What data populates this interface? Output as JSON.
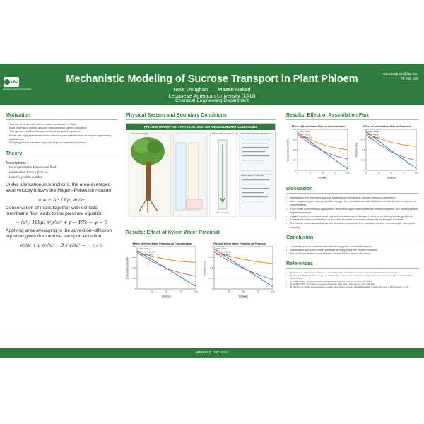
{
  "header": {
    "logo_text": "LAU",
    "logo_sub": "Lebanese American University",
    "title": "Mechanistic Modeling of Sucrose Transport in Plant Phloem",
    "author1": "Nour Doughan",
    "author2": "Mazen Nakad",
    "affiliation1": "Lebanese American University (LAU)",
    "affiliation2": "Chemical Engineering Department",
    "email": "nour.doughan@lau.edu",
    "phone": "78 938 196"
  },
  "motivation": {
    "heading": "Motivation",
    "items": [
      "Sucrose is the primary form of carbon transport in plants.",
      "Most vegetation models assume instantaneous carbon allocation.",
      "This ignores physical transport limitations inside the phloem.",
      "Plants use highly efficient and low-cost transport systems that can inspire engineering applications.",
      "Studying phloem transport may help improve vegetation systems."
    ]
  },
  "theory": {
    "heading": "Theory",
    "assumptions_label": "Assumptions",
    "assumptions": [
      "Incompressible Newtonian fluid",
      "Lubrication theory (ℓ ≫ a)",
      "Low Reynolds number"
    ],
    "p1": "Under lubrication assumptions, the area-averaged axial velocity follows the Hagen–Poiseuille relation",
    "eq1": "u = − (a² / 8μ) ∂p/∂z",
    "p2": "Conservation of mass together with osmotic membrane flow leads to the pressure equation",
    "eq2": "− (a³ / 16kμ) ∂²p/∂z² + p − RTc − ψ = 0",
    "p3": "Applying area-averaging to the advection–diffusion equation gives the sucrose transport equation",
    "eq3": "∂c/∂t + u ∂c/∂z − D ∂²c/∂z² = − c / tₛ"
  },
  "physical": {
    "heading": "Physical System and Boundary Conditions",
    "banner": "PHLOEM TRANSPORT: PHYSICAL SYSTEM AND BOUNDARY CONDITIONS",
    "labels": [
      "Phloem Tube (Length ℓ = 1 m)",
      "Boundary Condition Summary",
      "Key Physical Processes",
      "Sink (Unloading)",
      "Source (Loading)"
    ]
  },
  "xylem_results": {
    "heading": "Results: Effect of Xylem Water Potential"
  },
  "assim_results": {
    "heading": "Results: Effect of Assimilation Flux"
  },
  "discussion": {
    "heading": "Discussion",
    "items": [
      "Assimilation flux increases sucrose loading and strengthens osmotic pressure generation.",
      "More negative xylem water potential changes the hydraulic–osmotic balance and affects both pressure and concentration.",
      "If the outlet concentration approaches zero while xylem water potential remains negative, the model predicts negative pressure.",
      "Negative phloem pressure is not physically realistic since transport relies on positive pressure gradients.",
      "A threshold outlet concentration is therefore required to maintain physically meaningful solutions.",
      "The results demonstrate that carbon allocation is controlled by transport physics, sink strength, and xylem coupling."
    ]
  },
  "conclusion": {
    "heading": "Conclusion",
    "items": [
      "Coupled pressure–concentration dynamics govern sucrose transport.",
      "Assimilation and xylem water potential strongly influence phloem behavior.",
      "The model provides a more realistic framework for carbon allocation."
    ]
  },
  "references": {
    "heading": "References",
    "items": [
      "[1] Nakad et al. (2021). Taylor dispersion in osmotically driven laminar flow in phloem. Journal of Fluid Mechanics, 913, A44.",
      "[2] Thompson (2006). Problems along from a Münch-type pressure-flow mechanism of sugar transport in phloem. Canadian Journal of Botany, 84(4), 671-681.",
      "[3] Jensen (2016). The pressure flow moving sucrose, Reviews of Modern Physics, 88, 035007.",
      "[4] Van Bel (2003). The phloem, a miracle of ingenuity. Plant, Cell & Environment, 26(1), 125-149.",
      "[5] Cabrita et al. (2013). Hydrodynamics of steady state phloem transport with radial leakage of solute. Frontiers in Plant Science, 4, 531."
    ]
  },
  "footer": "Research Day 2026",
  "chart_data": [
    {
      "type": "line",
      "title": "Effect of Xylem Water Potential on Concentration",
      "xlabel": "Distance",
      "ylabel": "Concentration (mol/m³)",
      "x": [
        0,
        25,
        50,
        75,
        100
      ],
      "ylim": [
        0,
        800
      ],
      "yticks": [
        0,
        200,
        400,
        600,
        800
      ],
      "xticks": [
        25,
        50,
        75,
        100
      ],
      "series": [
        {
          "name": "Initial",
          "color": "#1f77b4",
          "values": [
            720,
            560,
            390,
            220,
            50
          ]
        },
        {
          "name": "ψ=0.2 MPa",
          "color": "#ff7f0e",
          "values": [
            700,
            620,
            560,
            520,
            500
          ]
        },
        {
          "name": "ψ=0 MPa",
          "color": "#9467bd",
          "values": [
            690,
            520,
            390,
            300,
            240
          ]
        }
      ]
    },
    {
      "type": "line",
      "title": "Effect of Xylem Water Potential on Pressure",
      "xlabel": "Distance",
      "ylabel": "Pressure (Pa)",
      "x": [
        0,
        25,
        50,
        75,
        100
      ],
      "ylim": [
        0,
        1
      ],
      "yticks": [
        0,
        0.25,
        0.5,
        0.75,
        1
      ],
      "xticks": [
        25,
        50,
        75,
        100
      ],
      "series": [
        {
          "name": "Initial",
          "color": "#1f77b4",
          "values": [
            0.95,
            0.72,
            0.5,
            0.28,
            0.05
          ]
        },
        {
          "name": "ψ=0.2 MPa",
          "color": "#ff7f0e",
          "values": [
            0.9,
            0.78,
            0.7,
            0.64,
            0.6
          ]
        },
        {
          "name": "ψ=0 MPa",
          "color": "#9467bd",
          "values": [
            0.88,
            0.66,
            0.48,
            0.34,
            0.22
          ]
        }
      ]
    },
    {
      "type": "line",
      "title": "Effect of Assimilation Flux on Concentration",
      "xlabel": "Distance",
      "ylabel": "Concentration (mol/m³)",
      "x": [
        0,
        25,
        50,
        75,
        100
      ],
      "ylim": [
        0,
        800
      ],
      "yticks": [
        0,
        200,
        400,
        600,
        800
      ],
      "xticks": [
        0,
        25,
        50,
        75,
        100
      ],
      "series": [
        {
          "name": "Initial",
          "color": "#1f77b4",
          "values": [
            740,
            560,
            380,
            200,
            30
          ]
        },
        {
          "name": "Fα×2",
          "color": "#ff7f0e",
          "values": [
            720,
            600,
            500,
            440,
            400
          ]
        },
        {
          "name": "Fα×0.5",
          "color": "#9467bd",
          "values": [
            700,
            520,
            380,
            280,
            220
          ]
        }
      ]
    },
    {
      "type": "line",
      "title": "Effect of Assimilation Flux on Pressure",
      "xlabel": "Distance",
      "ylabel": "Pressure (Pa)",
      "x": [
        0,
        25,
        50,
        75,
        100
      ],
      "ylim": [
        0,
        1
      ],
      "yticks": [
        0,
        0.25,
        0.5,
        0.75,
        1
      ],
      "xticks": [
        0,
        25,
        50,
        75,
        100
      ],
      "series": [
        {
          "name": "Initial",
          "color": "#1f77b4",
          "values": [
            0.95,
            0.72,
            0.48,
            0.26,
            0.04
          ]
        },
        {
          "name": "Fα×2",
          "color": "#ff7f0e",
          "values": [
            0.9,
            0.78,
            0.68,
            0.62,
            0.58
          ]
        },
        {
          "name": "Fα×0.5",
          "color": "#9467bd",
          "values": [
            0.88,
            0.64,
            0.45,
            0.32,
            0.24
          ]
        }
      ]
    }
  ]
}
